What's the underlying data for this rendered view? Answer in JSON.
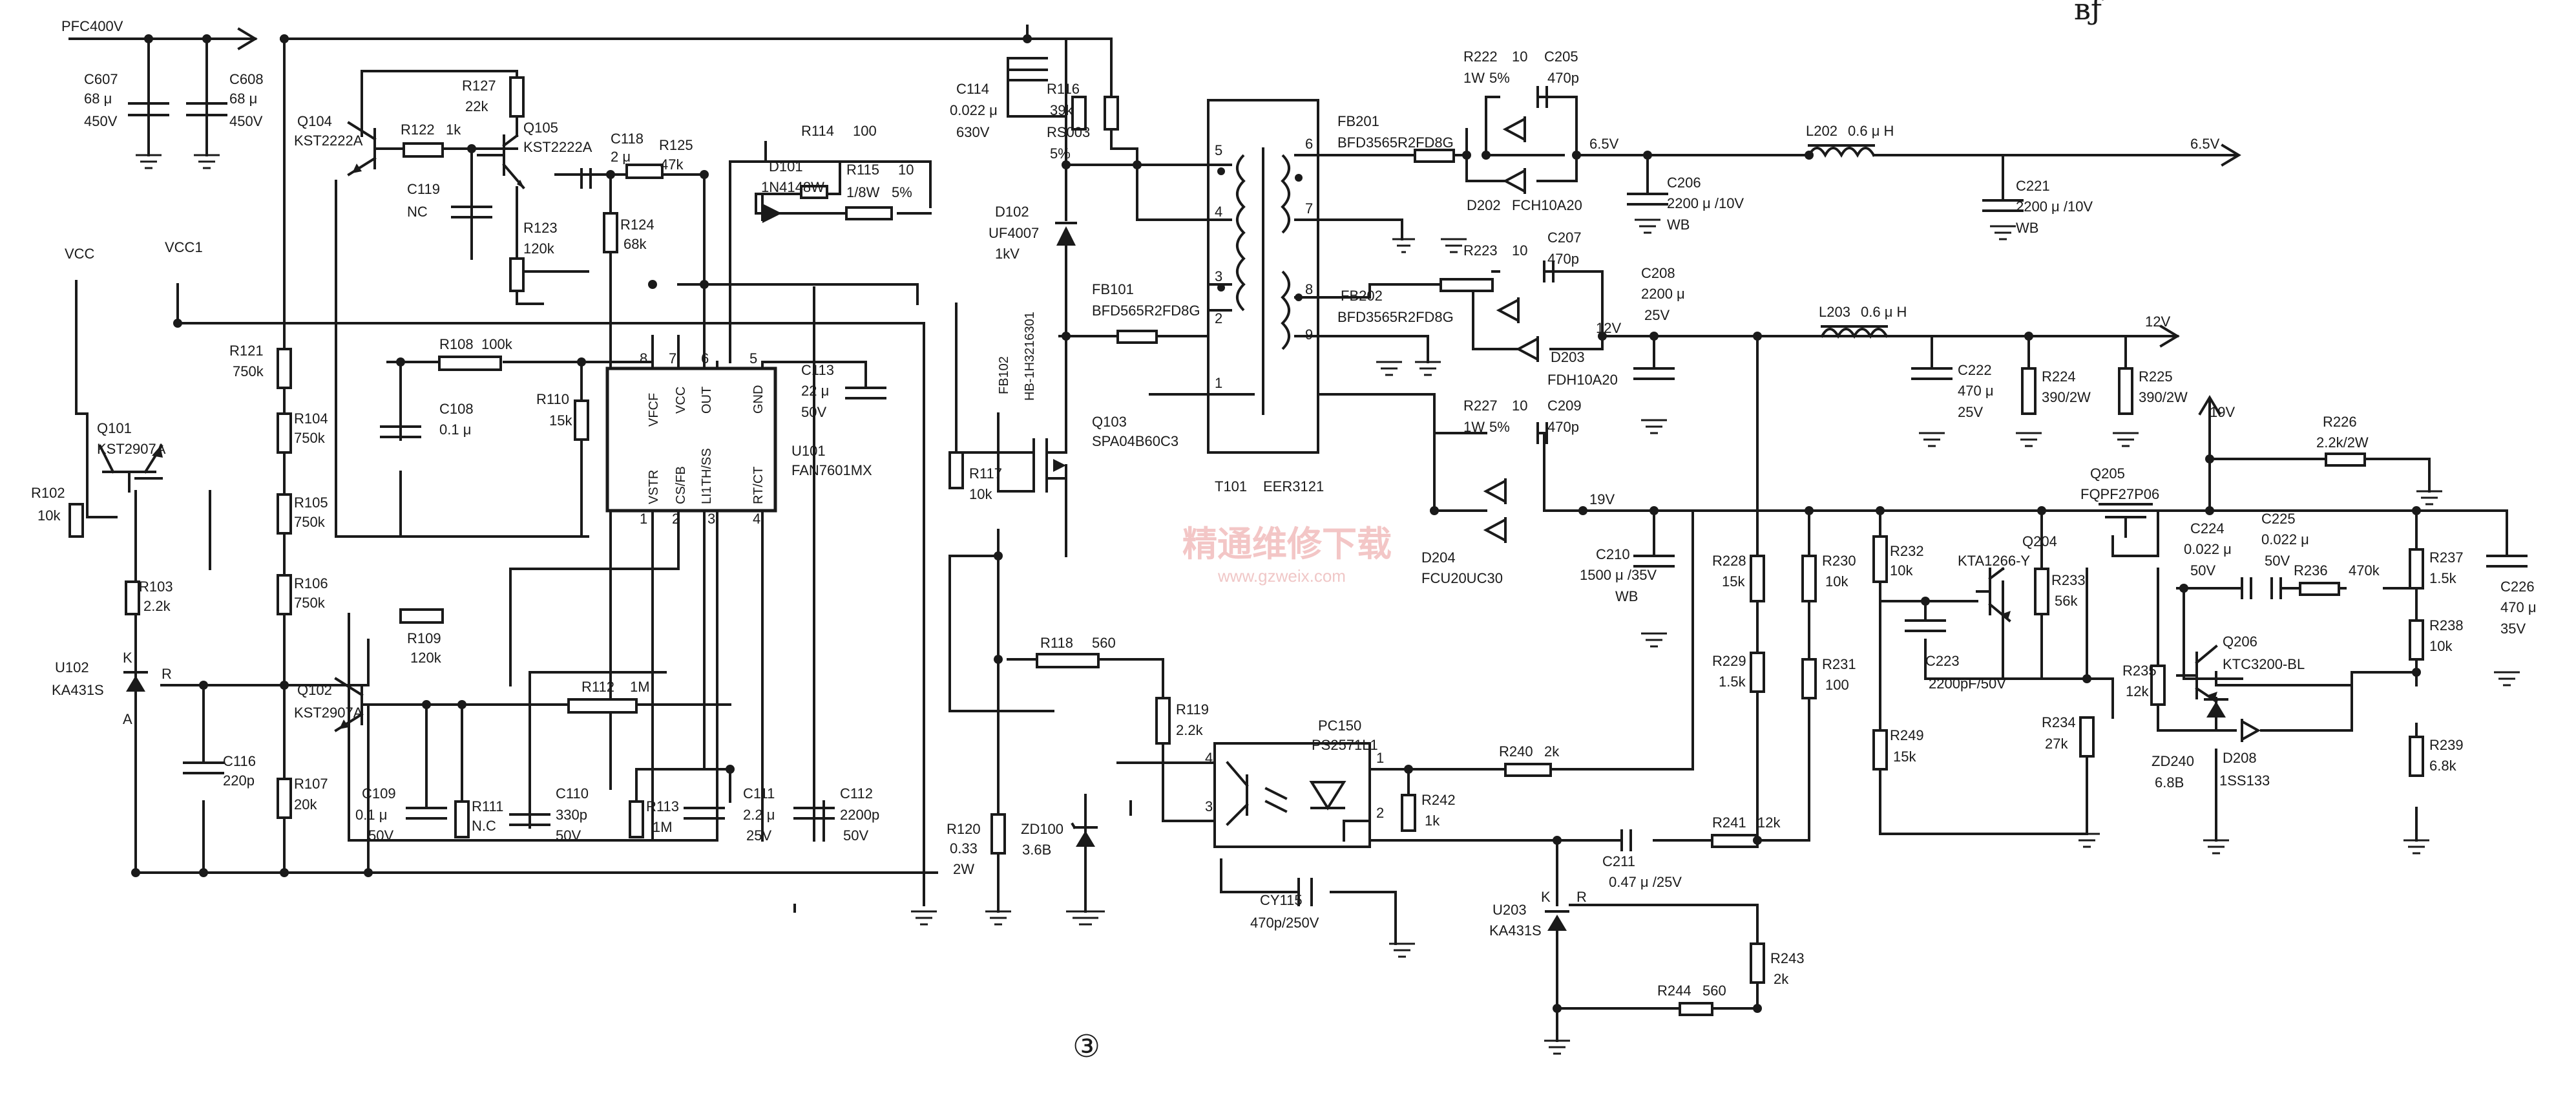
{
  "rails": {
    "pfc400v": "PFC400V",
    "vcc": "VCC",
    "vcc1": "VCC1",
    "out_6v5": "6.5V",
    "out_6v5_node": "6.5V",
    "out_12v": "12V",
    "out_12v_node": "12V",
    "out_19v": "19V",
    "out_19v_node": "19V"
  },
  "components": {
    "c607": [
      "C607",
      "68 μ",
      "450V"
    ],
    "c608": [
      "C608",
      "68 μ",
      "450V"
    ],
    "q104": [
      "Q104",
      "KST2222A"
    ],
    "r122": [
      "R122",
      "1k"
    ],
    "r127": [
      "R127",
      "22k"
    ],
    "q105": [
      "Q105",
      "KST2222A"
    ],
    "c119": [
      "C119",
      "NC"
    ],
    "r123": [
      "R123",
      "120k"
    ],
    "c118": [
      "C118",
      "2 μ"
    ],
    "r125": [
      "R125",
      "47k"
    ],
    "r124": [
      "R124",
      "68k"
    ],
    "r114": [
      "R114",
      "100"
    ],
    "d101": [
      "D101",
      "1N4148W"
    ],
    "r115": [
      "R115",
      "10",
      "1/8W",
      "5%"
    ],
    "c114": [
      "C114",
      "0.022 μ",
      "630V"
    ],
    "r116": [
      "R116",
      "39k",
      "RS003",
      "5%"
    ],
    "d102": [
      "D102",
      "UF4007",
      "1kV"
    ],
    "fb101": [
      "FB101",
      "BFD565R2FD8G"
    ],
    "fb102": [
      "FB102",
      "HB-1H3216301"
    ],
    "q103": [
      "Q103",
      "SPA04B60C3"
    ],
    "r117": [
      "R117",
      "10k"
    ],
    "t101": [
      "T101",
      "EER3121"
    ],
    "q101": [
      "Q101",
      "KST2907A"
    ],
    "r102": [
      "R102",
      "10k"
    ],
    "r103": [
      "R103",
      "2.2k"
    ],
    "u102": [
      "U102",
      "KA431S"
    ],
    "c116": [
      "C116",
      "220p"
    ],
    "r121": [
      "R121",
      "750k"
    ],
    "r104": [
      "R104",
      "750k"
    ],
    "r105": [
      "R105",
      "750k"
    ],
    "r106": [
      "R106",
      "750k"
    ],
    "r107": [
      "R107",
      "20k"
    ],
    "r108": [
      "R108",
      "100k"
    ],
    "c108": [
      "C108",
      "0.1 μ"
    ],
    "r110": [
      "R110",
      "15k"
    ],
    "u101": [
      "U101",
      "FAN7601MX"
    ],
    "c113": [
      "C113",
      "22 μ",
      "50V"
    ],
    "q102": [
      "Q102",
      "KST2907A"
    ],
    "r109": [
      "R109",
      "120k"
    ],
    "r112": [
      "R112",
      "1M"
    ],
    "c109": [
      "C109",
      "0.1 μ",
      "50V"
    ],
    "r111": [
      "R111",
      "N.C"
    ],
    "c110": [
      "C110",
      "330p",
      "50V"
    ],
    "r113": [
      "R113",
      "1M"
    ],
    "c111": [
      "C111",
      "2.2 μ",
      "25V"
    ],
    "c112": [
      "C112",
      "2200p",
      "50V"
    ],
    "r118": [
      "R118",
      "560"
    ],
    "r119": [
      "R119",
      "2.2k"
    ],
    "r120": [
      "R120",
      "0.33",
      "2W"
    ],
    "zd100": [
      "ZD100",
      "3.6B"
    ],
    "pc150": [
      "PC150",
      "PS2571L1"
    ],
    "cy115": [
      "CY115",
      "470p/250V"
    ],
    "r222": [
      "R222",
      "10",
      "1W",
      "5%"
    ],
    "c205": [
      "C205",
      "470p"
    ],
    "fb201": [
      "FB201",
      "BFD3565R2FD8G"
    ],
    "d202": [
      "D202",
      "FCH10A20"
    ],
    "c206": [
      "C206",
      "2200 μ /10V",
      "WB"
    ],
    "l202": [
      "L202",
      "0.6 μ H"
    ],
    "c221": [
      "C221",
      "2200 μ /10V",
      "WB"
    ],
    "r223": [
      "R223",
      "10"
    ],
    "c207": [
      "C207",
      "470p"
    ],
    "fb202": [
      "FB202",
      "BFD3565R2FD8G"
    ],
    "d203": [
      "D203",
      "FDH10A20"
    ],
    "c208": [
      "C208",
      "2200 μ",
      "25V"
    ],
    "l203": [
      "L203",
      "0.6 μ H"
    ],
    "c222": [
      "C222",
      "470 μ",
      "25V"
    ],
    "r224": [
      "R224",
      "390/2W"
    ],
    "r225": [
      "R225",
      "390/2W"
    ],
    "r227": [
      "R227",
      "10",
      "1W",
      "5%"
    ],
    "c209": [
      "C209",
      "470p"
    ],
    "d204": [
      "D204",
      "FCU20UC30"
    ],
    "c210": [
      "C210",
      "1500 μ /35V",
      "WB"
    ],
    "r228": [
      "R228",
      "15k"
    ],
    "r229": [
      "R229",
      "1.5k"
    ],
    "r230": [
      "R230",
      "10k"
    ],
    "r231": [
      "R231",
      "100"
    ],
    "r232": [
      "R232",
      "10k"
    ],
    "q204": [
      "Q204",
      "KTA1266-Y"
    ],
    "r233": [
      "R233",
      "56k"
    ],
    "c223": [
      "C223",
      "2200pF/50V"
    ],
    "r234": [
      "R234",
      "27k"
    ],
    "r249": [
      "R249",
      "15k"
    ],
    "q205": [
      "Q205",
      "FQPF27P06"
    ],
    "r226": [
      "R226",
      "2.2k/2W"
    ],
    "c224": [
      "C224",
      "0.022 μ",
      "50V"
    ],
    "c225": [
      "C225",
      "0.022 μ",
      "50V"
    ],
    "r236": [
      "R236",
      "470k"
    ],
    "r237": [
      "R237",
      "1.5k"
    ],
    "r238": [
      "R238",
      "10k"
    ],
    "r239": [
      "R239",
      "6.8k"
    ],
    "c226": [
      "C226",
      "470 μ",
      "35V"
    ],
    "r235": [
      "R235",
      "12k"
    ],
    "q206": [
      "Q206",
      "KTC3200-BL"
    ],
    "zd240": [
      "ZD240",
      "6.8B"
    ],
    "d208": [
      "D208",
      "1SS133"
    ],
    "r240": [
      "R240",
      "2k"
    ],
    "r242": [
      "R242",
      "1k"
    ],
    "c211": [
      "C211",
      "0.47 μ /25V"
    ],
    "r241": [
      "R241",
      "12k"
    ],
    "u203": [
      "U203",
      "KA431S"
    ],
    "r243": [
      "R243",
      "2k"
    ],
    "r244": [
      "R244",
      "560"
    ]
  },
  "ic_pins": {
    "vfcf": "VFCF",
    "vcc": "VCC",
    "out": "OUT",
    "gnd": "GND",
    "vstr": "VSTR",
    "csfb": "CS/FB",
    "lithss": "LI1TH/SS",
    "rtct": "RT/CT",
    "p8": "8",
    "p7": "7",
    "p6": "6",
    "p5": "5",
    "p1": "1",
    "p2": "2",
    "p3": "3",
    "p4": "4"
  },
  "transformer_pins": [
    "5",
    "4",
    "3",
    "2",
    "1",
    "6",
    "7",
    "8",
    "9"
  ],
  "optocoupler_pins": [
    "4",
    "3",
    "1",
    "2"
  ],
  "tl431_pins": {
    "k1": "K",
    "a1": "A",
    "r1": "R",
    "k2": "K",
    "r2": "R"
  },
  "figure_number": "③",
  "corner_mark": "вƒ",
  "watermark": {
    "cn": "精通维修下载",
    "url": "www.gzweix.com"
  }
}
